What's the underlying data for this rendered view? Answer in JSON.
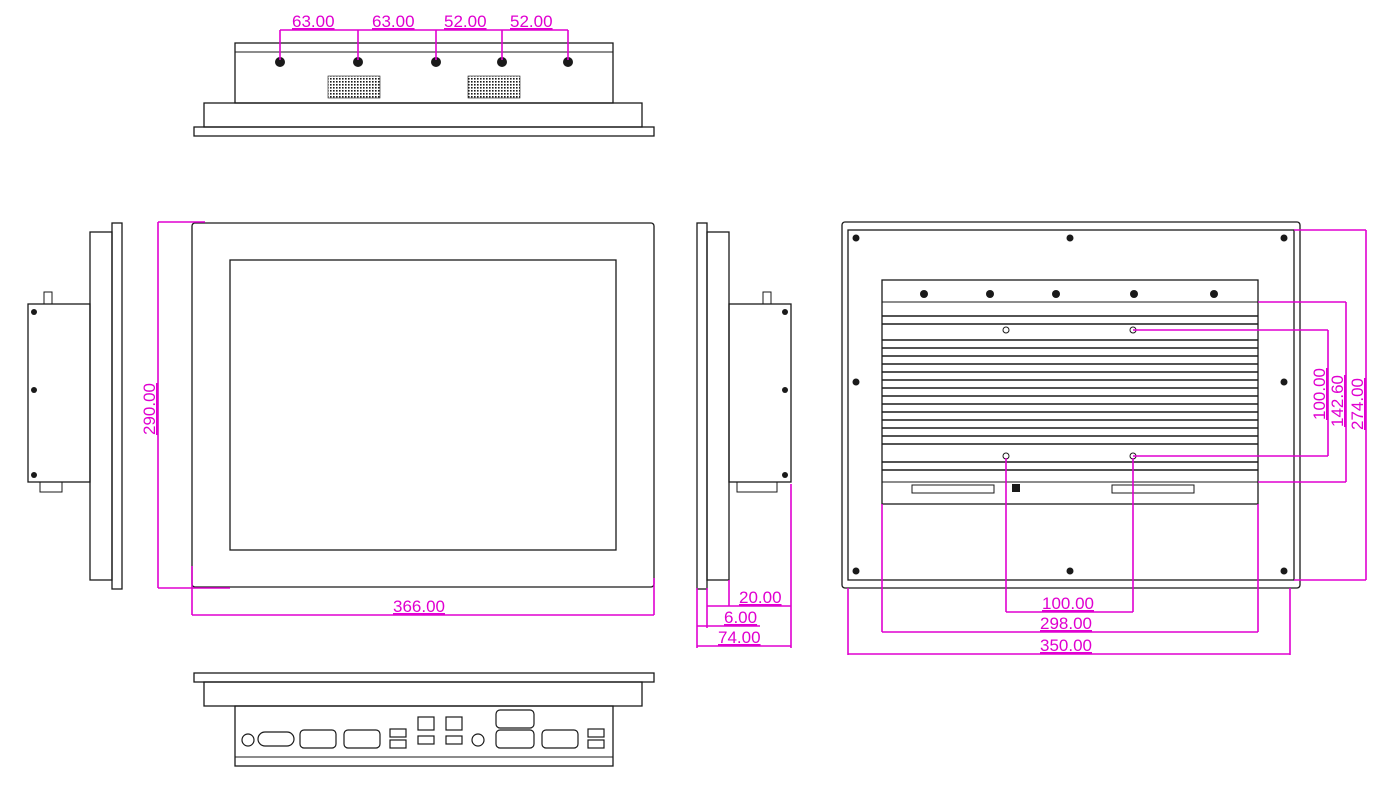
{
  "colors": {
    "line": "#1a1a1a",
    "dimension": "#e000d0",
    "background": "#ffffff"
  },
  "dimensions": {
    "top_antenna_spacing": [
      "63.00",
      "63.00",
      "52.00",
      "52.00"
    ],
    "front_height": "290.00",
    "front_width": "366.00",
    "side_depth_bezel": "20.00",
    "side_depth_frame": "6.00",
    "side_depth_total": "74.00",
    "rear_mount_h_inner": "100.00",
    "rear_box_width": "298.00",
    "rear_total_width": "350.00",
    "rear_mount_v_inner": "100.00",
    "rear_mount_v_outer": "142.60",
    "rear_total_height": "274.00"
  }
}
